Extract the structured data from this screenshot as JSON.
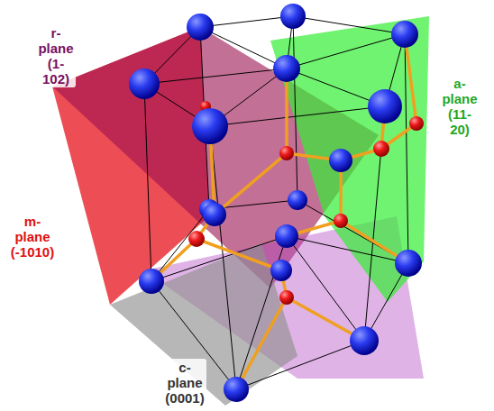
{
  "diagram": {
    "labels": [
      "r-plane (1-102)",
      "a-plane (11-20)",
      "m-plane (-1010)",
      "c-plane (0001)"
    ]
  }
}
